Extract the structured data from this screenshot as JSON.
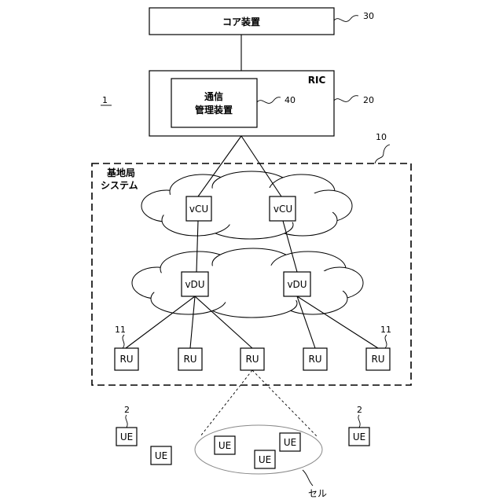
{
  "core": {
    "label": "コア装置",
    "ref": "30"
  },
  "ric": {
    "label": "RIC",
    "ref": "20"
  },
  "comm_mgmt": {
    "line1": "通信",
    "line2": "管理装置",
    "ref": "40"
  },
  "system_ref": "1",
  "base_station": {
    "line1": "基地局",
    "line2": "システム",
    "ref": "10"
  },
  "vcu": {
    "left": "vCU",
    "right": "vCU"
  },
  "vdu": {
    "left": "vDU",
    "right": "vDU"
  },
  "ru": {
    "r1": "RU",
    "r2": "RU",
    "r3": "RU",
    "r4": "RU",
    "r5": "RU",
    "ref_left": "11",
    "ref_right": "11"
  },
  "ue": {
    "u1": "UE",
    "u2": "UE",
    "u3": "UE",
    "u4": "UE",
    "u5": "UE",
    "u6": "UE",
    "ref_left": "2",
    "ref_right": "2"
  },
  "cell": {
    "label": "セル"
  }
}
